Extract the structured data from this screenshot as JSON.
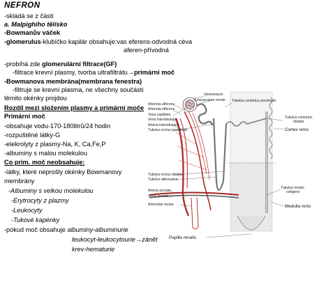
{
  "doc": {
    "title": "NEFRON",
    "l1": "-skládá se z částí",
    "l2": "a. Malpighiho  tělísko",
    "l3": "-Bowmanův váček",
    "l4a": "-glomerulus",
    "l4b": "-klubíčko  kapilár obsahuje:vas eferens-odvodná  céva",
    "l5": "aferen-přívodná",
    "l6a": "-probíhá zde ",
    "l6b": "glomerulární  filtrace(GF)",
    "l7a": "-filtrace krevní plasmy, tvorba ultrafiltrátu",
    "l7b": "primární  moč",
    "l8": "-Bowmanova membrána(membrana  fenestra)",
    "l9": "-filtruje se krevní plasma, ne všechny součásti",
    "l10": "těmito okénky projdou",
    "l11": "Rozdíl mezi složením  plasmy a primární moče",
    "l12": "Primární moč",
    "l13": "-obsahuje vodu-170-180litrů/24  hodin",
    "l14": "-rozpuštěné látky-G",
    "l15": "-elekrolyty z plasmy-Na,  K, Ca,Fe,P",
    "l16": "-albuminy s malou molekulou",
    "l17": "Co prim.  moč neobsahuje:",
    "l18": "-látky, které neprošly okénky Bowmanovy",
    "l19": "membrány",
    "l20": "-Albuminy s velkou molekulou",
    "l21": "-Erytrocyty z plazmy",
    "l22": "-Leukocyty",
    "l23": "-Tukové kapénky",
    "l24a": "-pokud moč obsahuje  ",
    "l24b": "albuminy-albuminurie",
    "l25": "leukocyt-leukocytourie",
    "l25b": "zánět",
    "l26": "krev-hematurie",
    "arrow": "→"
  },
  "figure": {
    "glomerulum": "Glomerulum",
    "corpusculum": "Corpusculum renale",
    "tcp": "Tubulus contortus proximalis",
    "arteriola_afferens": "Arteriola afferens",
    "arteriola_efferens": "Arteriola efferens",
    "vasa_capillaria": "Vasa capillaria",
    "vena_interlobularis": "Vena interlobularis",
    "arteria_interlobularis": "Arteria interlobularis",
    "trp": "Tubulus rectus proximalis",
    "tcd1": "Tubulus contortus",
    "tcd2": "distalis",
    "cortex": "Cortex renis",
    "trd": "Tubulus rectus distalis",
    "tatt": "Tubulus attenuatus",
    "arteria_arcuata": "Arteria arcuata",
    "vena_arcuata": "Vena arcuata",
    "arteriolae_rectae": "Arteriolae rectae",
    "trc1": "Tubulus renalis",
    "trc2": "colligens",
    "medulla": "Medulla renis",
    "papilla": "Papilla renalis"
  }
}
